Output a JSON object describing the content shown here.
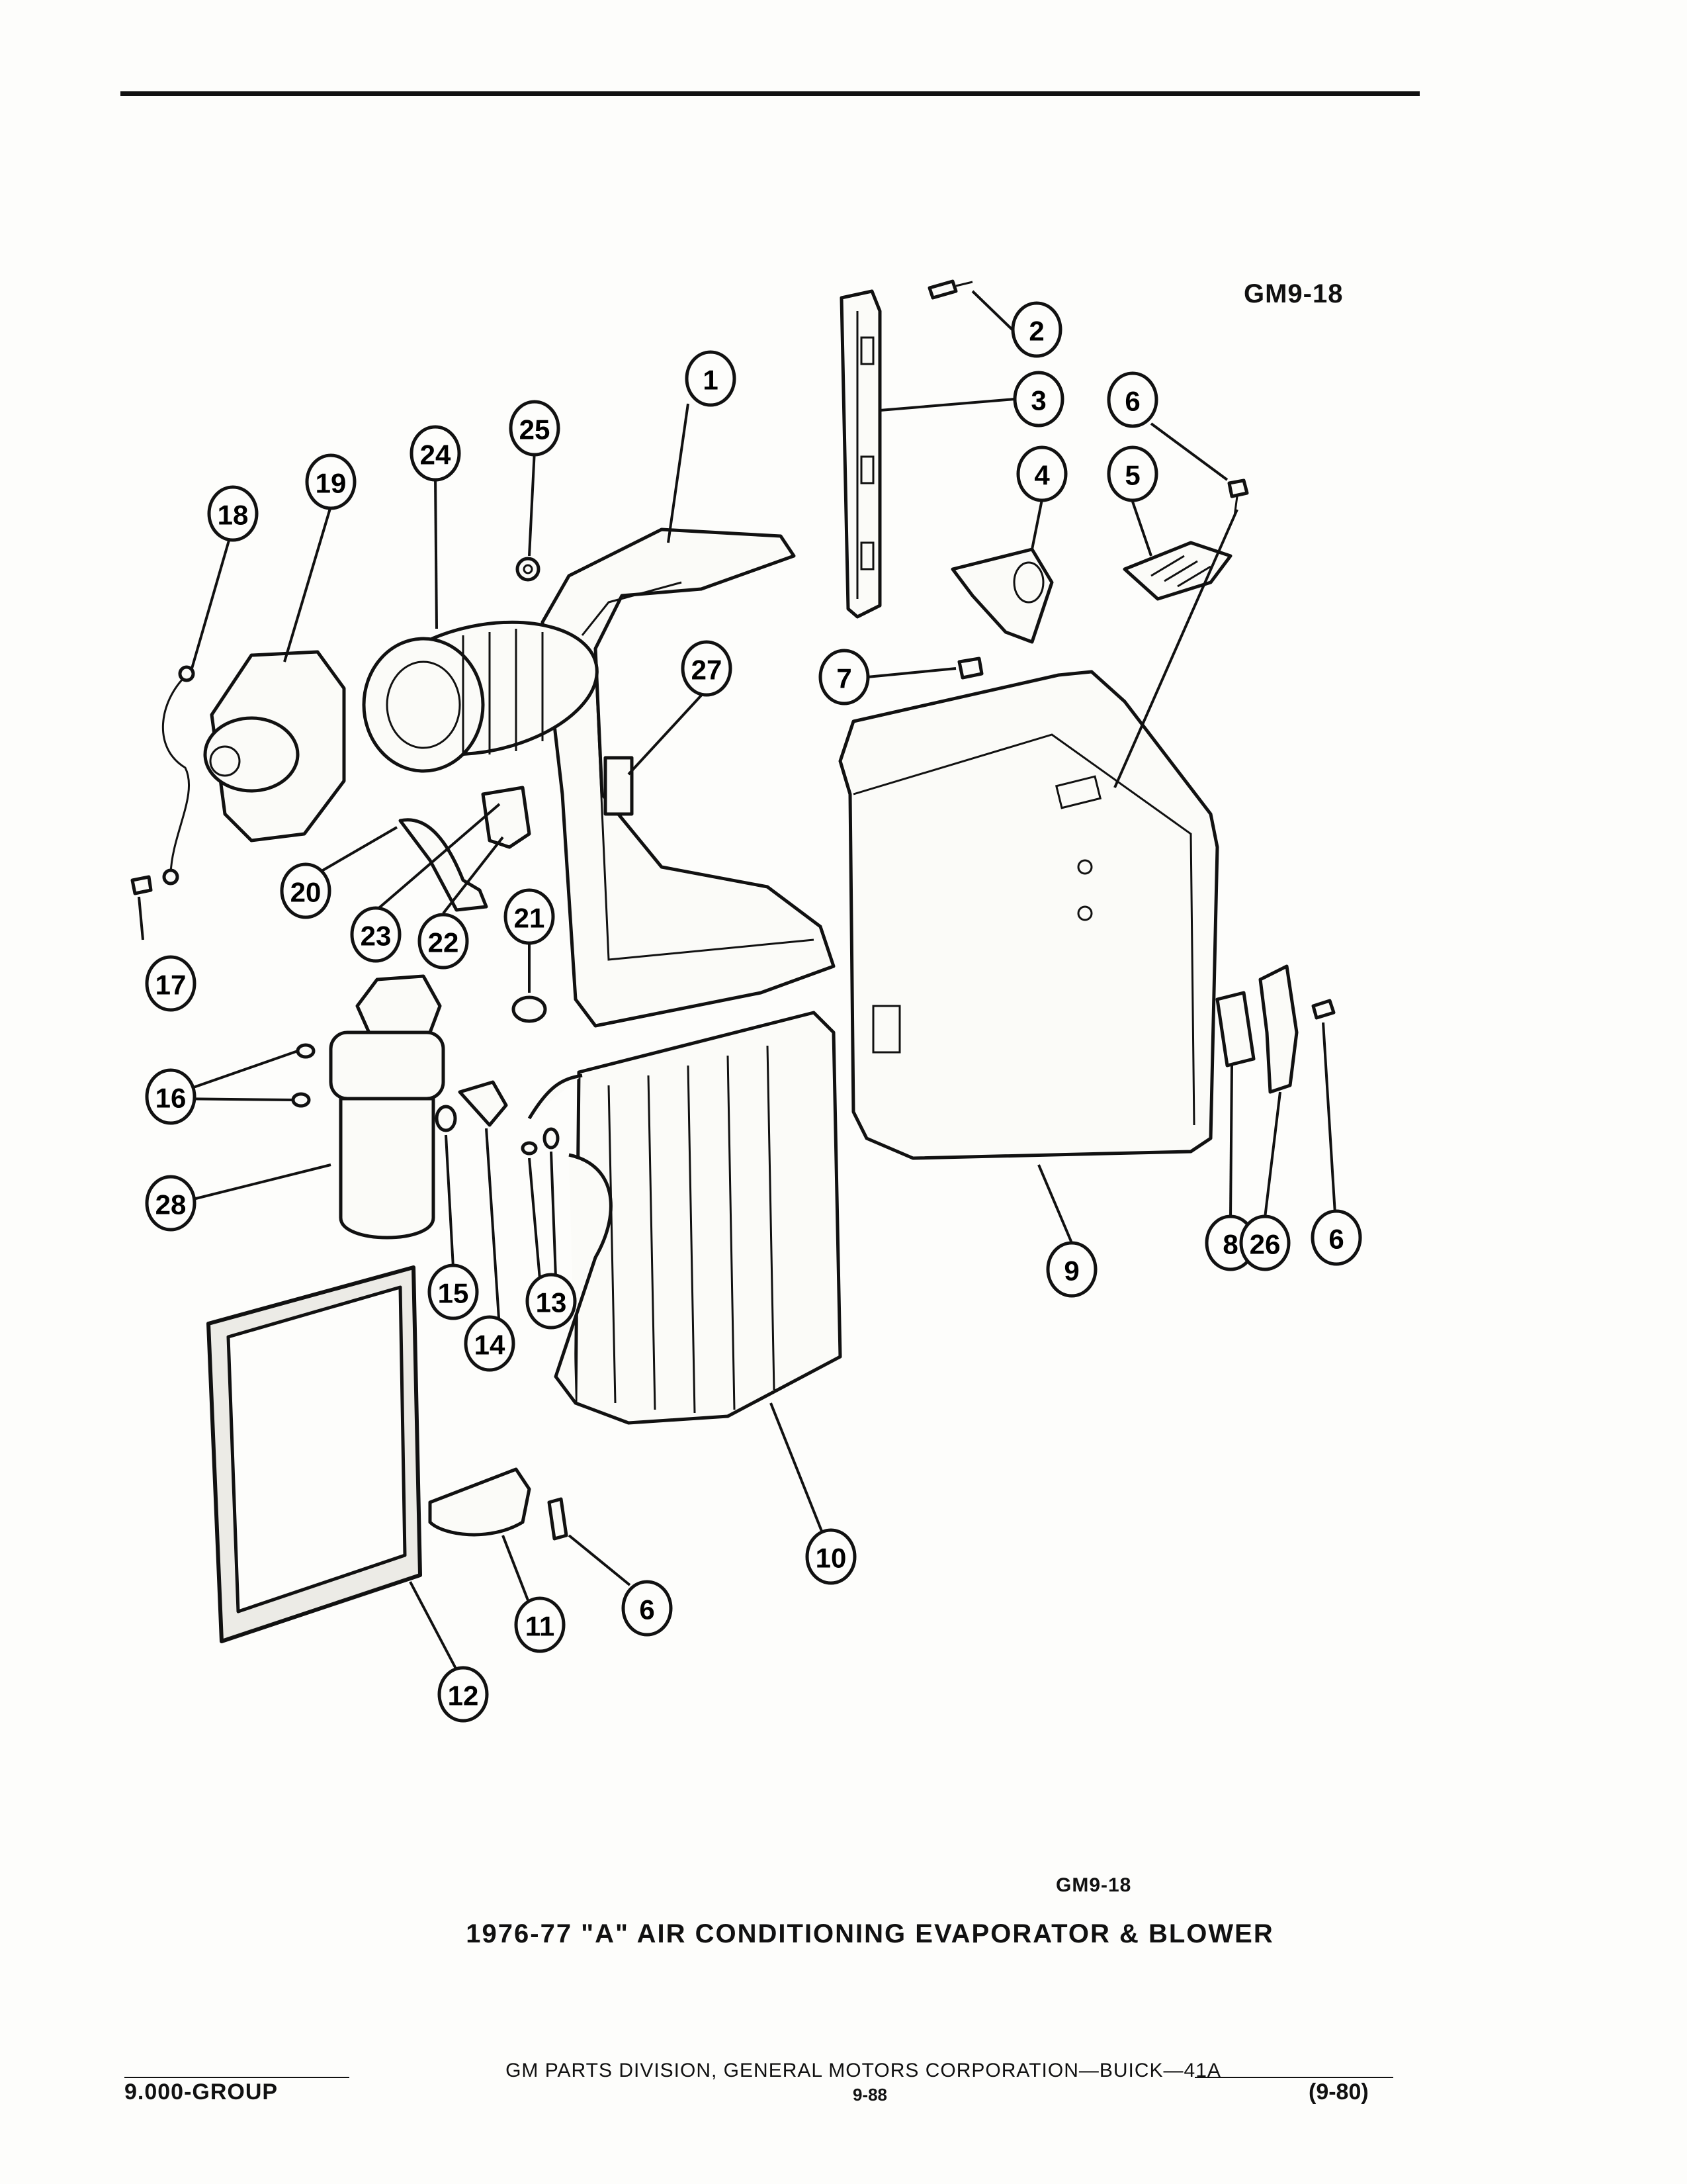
{
  "diagram": {
    "code_top": "GM9-18",
    "code_bottom": "GM9-18",
    "title": "1976-77 \"A\" AIR CONDITIONING EVAPORATOR & BLOWER",
    "callouts": [
      "1",
      "2",
      "3",
      "4",
      "5",
      "6",
      "7",
      "8",
      "9",
      "10",
      "11",
      "12",
      "13",
      "14",
      "15",
      "16",
      "17",
      "18",
      "19",
      "20",
      "21",
      "22",
      "23",
      "24",
      "25",
      "26",
      "27",
      "28"
    ]
  },
  "footer": {
    "center": "GM PARTS DIVISION, GENERAL MOTORS CORPORATION—BUICK—41A",
    "group": "9.000-GROUP",
    "page": "9-88",
    "date": "(9-80)"
  }
}
